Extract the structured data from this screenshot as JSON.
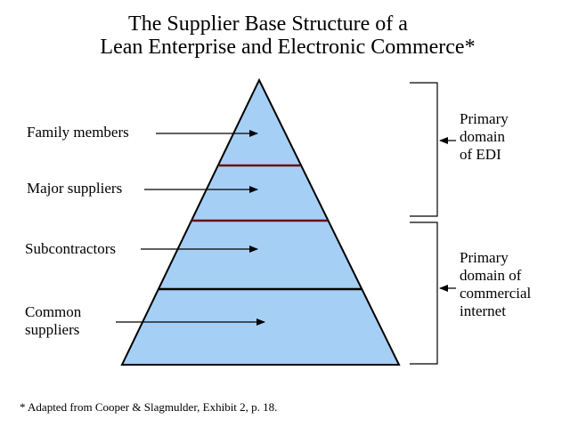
{
  "title": {
    "line1": "The Supplier Base Structure of a",
    "line2": "Lean Enterprise and Electronic Commerce*"
  },
  "tiers": [
    {
      "label": "Family members"
    },
    {
      "label": "Major suppliers"
    },
    {
      "label": "Subcontractors"
    },
    {
      "label_line1": "Common",
      "label_line2": "suppliers"
    }
  ],
  "domains": [
    {
      "lines": [
        "Primary",
        "domain",
        "of EDI"
      ]
    },
    {
      "lines": [
        "Primary",
        "domain of",
        "commercial",
        "internet"
      ]
    }
  ],
  "footnote": "* Adapted from Cooper & Slagmulder, Exhibit 2, p. 18.",
  "colors": {
    "pyramid_fill": "#a6cff6",
    "divider": "#6b0f0f",
    "outline": "#000000"
  }
}
